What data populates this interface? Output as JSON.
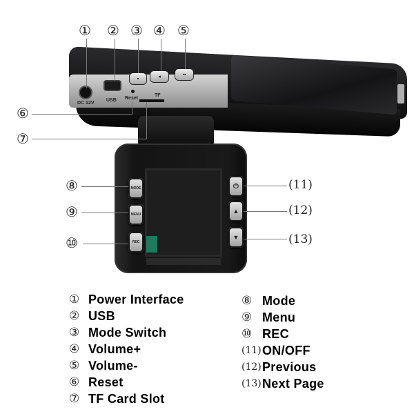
{
  "device": {
    "port_labels": {
      "dc": "DC 12V",
      "usb": "USB",
      "reset": "Reset",
      "tf": "TF"
    },
    "side_button_labels": [
      "MODE",
      "MENU",
      "REC"
    ],
    "right_button_icons": [
      "power-icon",
      "up-arrow-icon",
      "down-arrow-icon"
    ],
    "right_button_glyphs": [
      "⏻",
      "▲",
      "▼"
    ],
    "top_button_glyphs": [
      "▪",
      "◂",
      "▪▪"
    ]
  },
  "callouts": {
    "c1": "①",
    "c2": "②",
    "c3": "③",
    "c4": "④",
    "c5": "⑤",
    "c6": "⑥",
    "c7": "⑦",
    "c8": "⑧",
    "c9": "⑨",
    "c10": "⑩",
    "c11": "(11)",
    "c12": "(12)",
    "c13": "(13)"
  },
  "legend": {
    "left": [
      {
        "num": "①",
        "text": "Power Interface"
      },
      {
        "num": "②",
        "text": "USB"
      },
      {
        "num": "③",
        "text": "Mode Switch"
      },
      {
        "num": "④",
        "text": "Volume+"
      },
      {
        "num": "⑤",
        "text": "Volume-"
      },
      {
        "num": "⑥",
        "text": "Reset"
      },
      {
        "num": "⑦",
        "text": "TF Card Slot"
      }
    ],
    "right": [
      {
        "num": "⑧",
        "text": "Mode"
      },
      {
        "num": "⑨",
        "text": "Menu"
      },
      {
        "num": "⑩",
        "text": "REC"
      },
      {
        "num": "(11)",
        "text": "ON/OFF"
      },
      {
        "num": "(12)",
        "text": "Previous"
      },
      {
        "num": "(13)",
        "text": "Next Page"
      }
    ]
  },
  "colors": {
    "body": "#1c1c1e",
    "silver": "#b8b8b8",
    "screen": "#1e1e1e",
    "screen_accent": "#1e7a5c"
  }
}
